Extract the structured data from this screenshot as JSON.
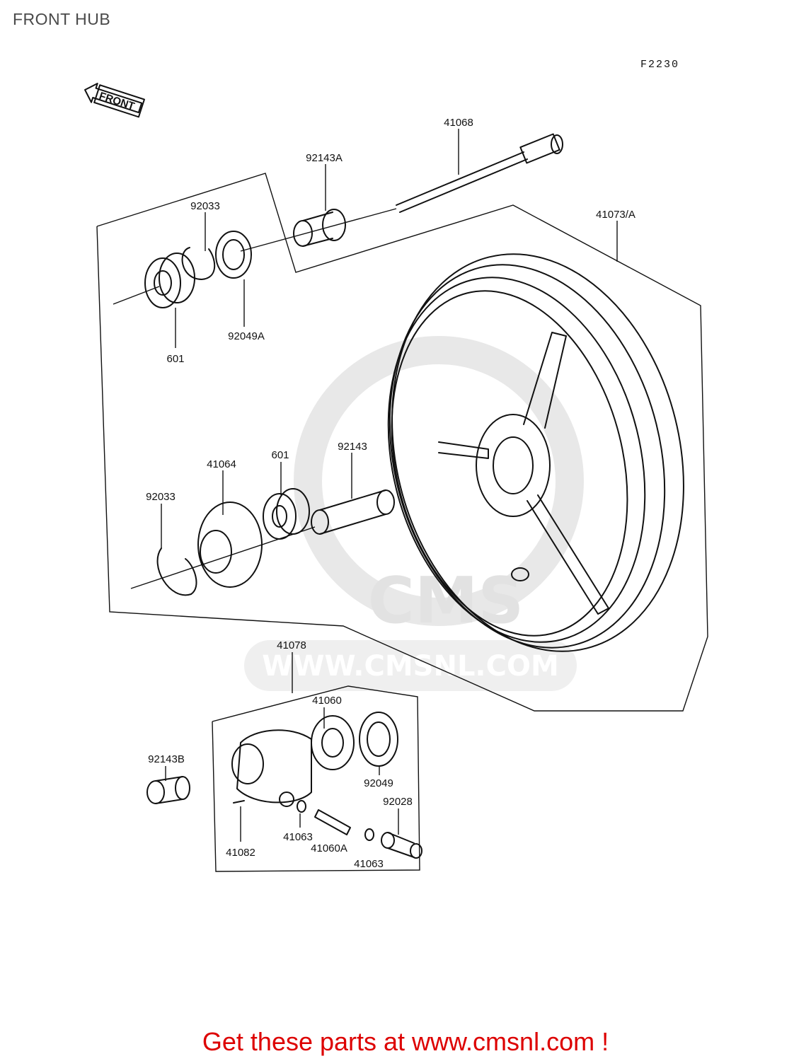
{
  "page": {
    "title": "FRONT HUB",
    "figure_code": "F2230",
    "front_marker": "FRONT"
  },
  "watermark": {
    "text": "WWW.CMSNL.COM",
    "logo_text": "CMS"
  },
  "parts": [
    {
      "id": "p41068",
      "number": "41068"
    },
    {
      "id": "p92143A",
      "number": "92143A"
    },
    {
      "id": "p41073A",
      "number": "41073/A"
    },
    {
      "id": "p92033_top",
      "number": "92033"
    },
    {
      "id": "p92049A",
      "number": "92049A"
    },
    {
      "id": "p601_top",
      "number": "601"
    },
    {
      "id": "p41064",
      "number": "41064"
    },
    {
      "id": "p601_mid",
      "number": "601"
    },
    {
      "id": "p92143",
      "number": "92143"
    },
    {
      "id": "p92033_mid",
      "number": "92033"
    },
    {
      "id": "p41078",
      "number": "41078"
    },
    {
      "id": "p41060",
      "number": "41060"
    },
    {
      "id": "p92143B",
      "number": "92143B"
    },
    {
      "id": "p92049",
      "number": "92049"
    },
    {
      "id": "p92028",
      "number": "92028"
    },
    {
      "id": "p41063_a",
      "number": "41063"
    },
    {
      "id": "p41060A",
      "number": "41060A"
    },
    {
      "id": "p41082",
      "number": "41082"
    },
    {
      "id": "p41063_b",
      "number": "41063"
    }
  ],
  "cta": {
    "text": "Get these parts at www.cmsnl.com !",
    "color": "#dd0000"
  },
  "colors": {
    "line": "#111111",
    "title": "#4a4a4a",
    "watermark": "#e2e2e2"
  }
}
